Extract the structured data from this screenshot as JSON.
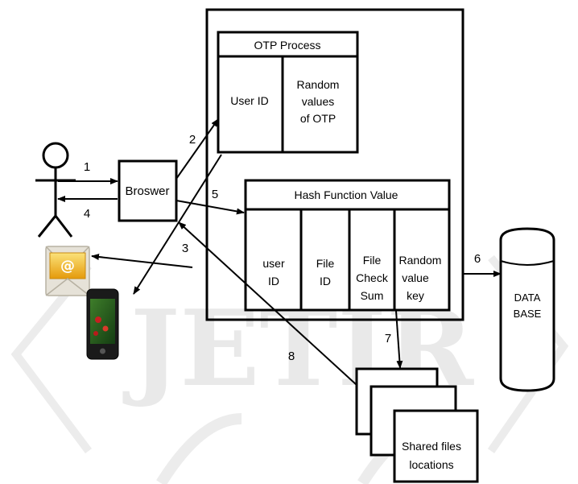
{
  "watermark": {
    "text": "JETIR"
  },
  "actor": {
    "icon": "user-stick-figure"
  },
  "browser": {
    "label": "Broswer"
  },
  "otp": {
    "title": "OTP Process",
    "col1": [
      "User ID"
    ],
    "col2": [
      "Random",
      "values",
      "of OTP"
    ]
  },
  "hash": {
    "title": "Hash Function Value",
    "cols": [
      [
        "user",
        "ID"
      ],
      [
        "File",
        "ID"
      ],
      [
        "File",
        "Check",
        "Sum"
      ],
      [
        "Random",
        "value",
        "key"
      ]
    ]
  },
  "database": {
    "lines": [
      "DATA",
      "BASE"
    ]
  },
  "shared": {
    "lines": [
      "Shared files",
      "locations"
    ]
  },
  "arrows": {
    "a1": "1",
    "a2": "2",
    "a3": "3",
    "a4": "4",
    "a5": "5",
    "a6": "6",
    "a7": "7",
    "a8": "8"
  },
  "icons": {
    "email": "email-envelope-icon",
    "phone": "mobile-phone-icon"
  },
  "colors": {
    "envelope": "#f2b21c",
    "phone": "#1a1a1a",
    "watermark": "#e9e9e9"
  }
}
